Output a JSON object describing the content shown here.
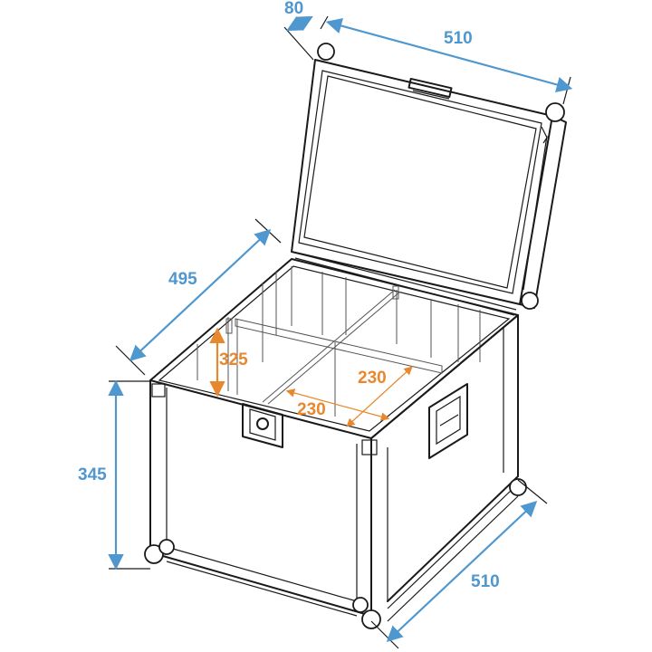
{
  "diagram": {
    "subject": "Flight case with open lid and 4-compartment divider",
    "colors": {
      "outer_dimension": "#4f97cf",
      "inner_dimension": "#e8882e",
      "line": "#1a1a1a"
    },
    "outer_dimensions": {
      "lid_depth": {
        "value": "80",
        "unit": "mm"
      },
      "width_top": {
        "value": "510",
        "unit": "mm"
      },
      "depth_side": {
        "value": "495",
        "unit": "mm"
      },
      "height": {
        "value": "345",
        "unit": "mm"
      },
      "width_bottom": {
        "value": "510",
        "unit": "mm"
      }
    },
    "inner_dimensions": {
      "inner_height": {
        "value": "325",
        "unit": "mm"
      },
      "compartment_width": {
        "value": "230",
        "unit": "mm"
      },
      "compartment_depth": {
        "value": "230",
        "unit": "mm"
      }
    },
    "features": [
      "lid-handle",
      "butterfly-latch",
      "side-recessed-handle",
      "ball-corners",
      "cross-divider"
    ]
  }
}
